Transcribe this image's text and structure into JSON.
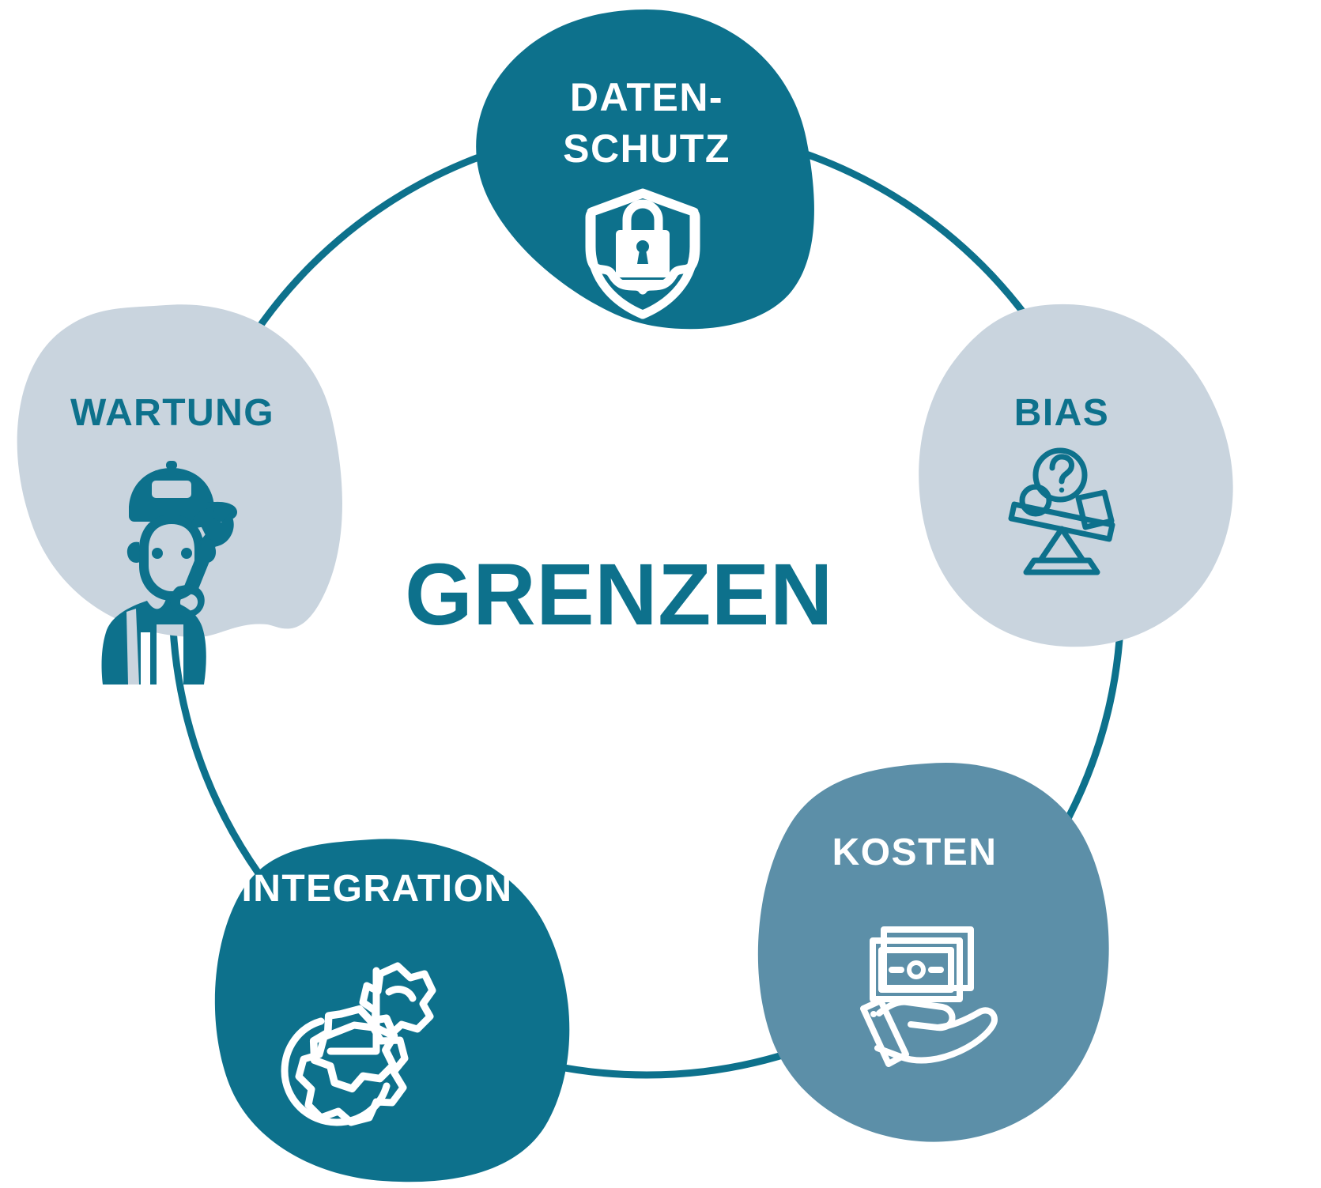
{
  "diagram": {
    "type": "circular-cycle-diagram",
    "center": {
      "label": "GRENZEN",
      "text_color": "#0D718C"
    },
    "ring": {
      "stroke_color": "#0D718C",
      "stroke_width": 9,
      "fill": "none"
    },
    "background_color": "#FFFFFF",
    "palette": {
      "teal": "#0D718C",
      "light_blue_gray": "#C9D4DE",
      "slate_blue": "#5C8FA8",
      "white": "#FFFFFF"
    },
    "nodes": [
      {
        "id": "datenschutz",
        "label": "DATEN-",
        "label_line2": "SCHUTZ",
        "position": "top",
        "fill_color": "#0D718C",
        "text_color": "#FFFFFF",
        "icon": "shield-lock-icon",
        "icon_color": "#FFFFFF"
      },
      {
        "id": "bias",
        "label": "BIAS",
        "label_line2": "",
        "position": "right",
        "fill_color": "#C9D4DE",
        "text_color": "#0D718C",
        "icon": "seesaw-question-icon",
        "icon_color": "#0D718C"
      },
      {
        "id": "kosten",
        "label": "KOSTEN",
        "label_line2": "",
        "position": "bottom-right",
        "fill_color": "#5C8FA8",
        "text_color": "#FFFFFF",
        "icon": "hand-money-icon",
        "icon_color": "#FFFFFF"
      },
      {
        "id": "integration",
        "label": "INTEGRATION",
        "label_line2": "",
        "position": "bottom-left",
        "fill_color": "#0D718C",
        "text_color": "#FFFFFF",
        "icon": "gears-icon",
        "icon_color": "#FFFFFF"
      },
      {
        "id": "wartung",
        "label": "WARTUNG",
        "label_line2": "",
        "position": "left",
        "fill_color": "#C9D4DE",
        "text_color": "#0D718C",
        "icon": "technician-wrench-icon",
        "icon_color": "#0D718C"
      }
    ]
  }
}
